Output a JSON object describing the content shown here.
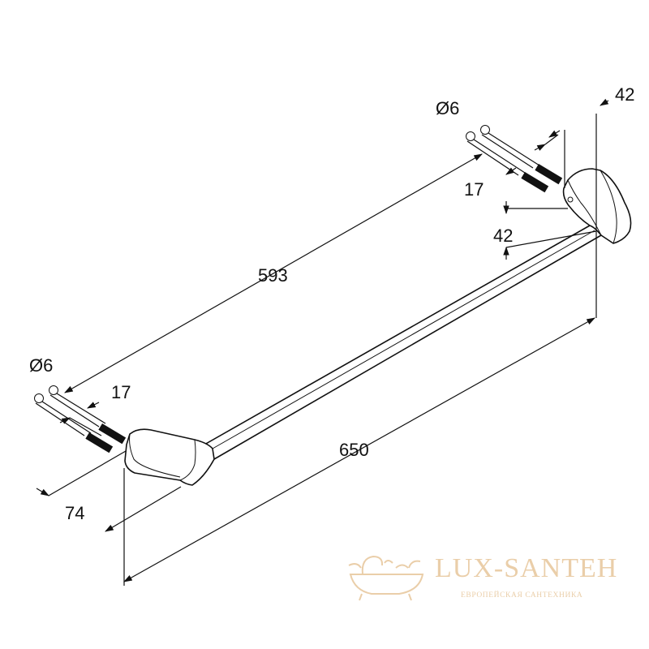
{
  "dimensions": {
    "total_length": "650",
    "bolt_spacing": "593",
    "depth_left": "74",
    "bolt_offset_left": "17",
    "bolt_offset_right": "17",
    "bracket_width_top": "42",
    "bracket_height": "42",
    "hole_diameter_left": "Ø6",
    "hole_diameter_right": "Ø6"
  },
  "watermark": {
    "brand": "LUX-SANTEH",
    "tagline": "ЕВРОПЕЙСКАЯ САНТЕХНИКА",
    "color": "#e8c9a0",
    "icon": "bathtub-icon"
  },
  "colors": {
    "line": "#111111",
    "background": "#ffffff"
  }
}
